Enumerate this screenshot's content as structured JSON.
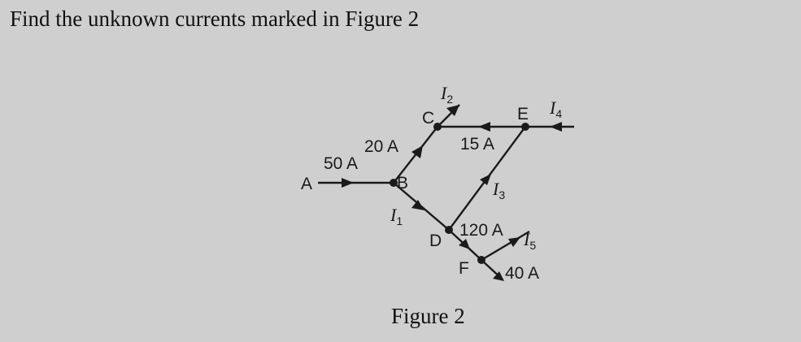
{
  "question": "Find the unknown currents marked in Figure 2",
  "caption": "Figure 2",
  "diagram": {
    "nodes": {
      "a": "A",
      "b": "B",
      "c": "C",
      "d": "D",
      "e": "E",
      "f": "F"
    },
    "currents": {
      "in_a": "50 A",
      "bc": "20 A",
      "ec": "15 A",
      "df": "120 A",
      "f_out": "40 A"
    },
    "unknowns": {
      "i1": {
        "symbol": "I",
        "sub": "1"
      },
      "i2": {
        "symbol": "I",
        "sub": "2"
      },
      "i3": {
        "symbol": "I",
        "sub": "3"
      },
      "i4": {
        "symbol": "I",
        "sub": "4"
      },
      "i5": {
        "symbol": "I",
        "sub": "5"
      }
    }
  }
}
